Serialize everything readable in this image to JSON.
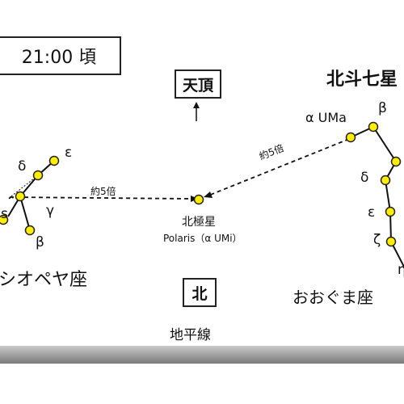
{
  "time_label": "21:00 頃",
  "zenith_label": "天頂",
  "north_label": "北",
  "horizon_label": "地平線",
  "big_dipper_label": "北斗七星",
  "ursa_major_label": "おおぐま座",
  "cassiopeia_label": "シオペヤ座",
  "polaris": {
    "name": "北極星",
    "sub": "Polaris（α UMi）"
  },
  "alpha_uma_label": "α UMa",
  "distance_label": "約5倍",
  "greek": {
    "cas_delta": "δ",
    "cas_epsilon": "ε",
    "cas_gamma": "γ",
    "cas_s": "s",
    "cas_beta": "β",
    "uma_beta": "β",
    "uma_delta": "δ",
    "uma_epsilon": "ε",
    "uma_zeta": "ζ",
    "uma_eta": "η"
  },
  "colors": {
    "star_fill": "#ffee00",
    "star_stroke": "#222222",
    "line": "#111111",
    "ground_dark": "#7a7a7a"
  }
}
